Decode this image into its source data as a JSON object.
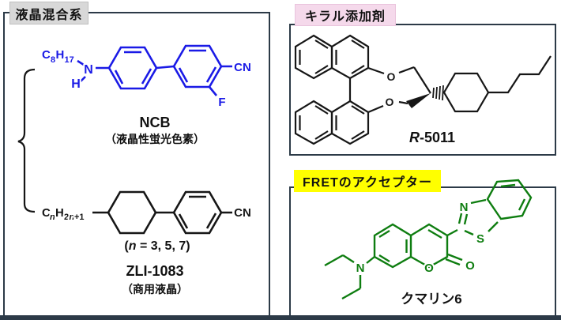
{
  "colors": {
    "structure_blue": "#1a1ae6",
    "structure_black": "#161616",
    "structure_green": "#0e7d10",
    "panel_border": "#2c3a47",
    "lc_title_bg": "#d8d8d8",
    "chiral_title_bg": "#f5d9eb",
    "fret_title_bg": "#ffff00"
  },
  "lc_panel": {
    "title": "液晶混合系",
    "ncb": {
      "alkyl_c": "C",
      "alkyl_c_sub": "8",
      "alkyl_h": "H",
      "alkyl_h_sub": "17",
      "atom_n": "N",
      "atom_h": "H",
      "atom_cn": "CN",
      "atom_f": "F",
      "name": "NCB",
      "desc": "（液晶性蛍光色素）"
    },
    "zli": {
      "alkyl_c": "C",
      "alkyl_n": "n",
      "alkyl_h": "H",
      "alkyl_sub2": "2",
      "alkyl_subn": "n",
      "alkyl_subp": "+1",
      "atom_cn": "CN",
      "nvals_open": "(",
      "nvals_n": "n",
      "nvals_rest": " = 3, 5, 7)",
      "name": "ZLI-1083",
      "desc": "（商用液晶）"
    }
  },
  "chiral_panel": {
    "title": "キラル添加剤",
    "atom_o_top": "O",
    "atom_o_bottom": "O",
    "name_r": "R",
    "name_rest": "-5011"
  },
  "fret_panel": {
    "title": "FRETのアクセプター",
    "atom_n_amine": "N",
    "atom_o_ring": "O",
    "atom_o_carbonyl": "O",
    "atom_n_thiazole": "N",
    "atom_s": "S",
    "name": "クマリン6"
  }
}
